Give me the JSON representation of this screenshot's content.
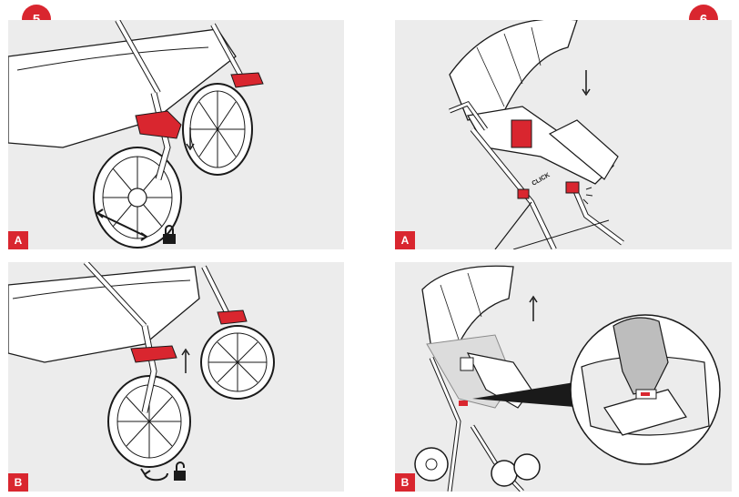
{
  "steps": [
    {
      "number": "5"
    },
    {
      "number": "6"
    }
  ],
  "panels": {
    "step5_a": {
      "label": "A",
      "icons": [
        "swivel-direction-arrow-icon",
        "lock-closed-icon"
      ]
    },
    "step5_b": {
      "label": "B",
      "icons": [
        "rotate-arrow-icon",
        "lock-open-icon"
      ]
    },
    "step6_a": {
      "label": "A",
      "annotation": "CLICK",
      "icons": [
        "down-arrow-icon"
      ]
    },
    "step6_b": {
      "label": "B",
      "icons": [
        "up-arrow-icon"
      ]
    }
  },
  "colors": {
    "accent": "#d9262f",
    "panel_bg": "#ececec",
    "line": "#1a1a1a"
  }
}
